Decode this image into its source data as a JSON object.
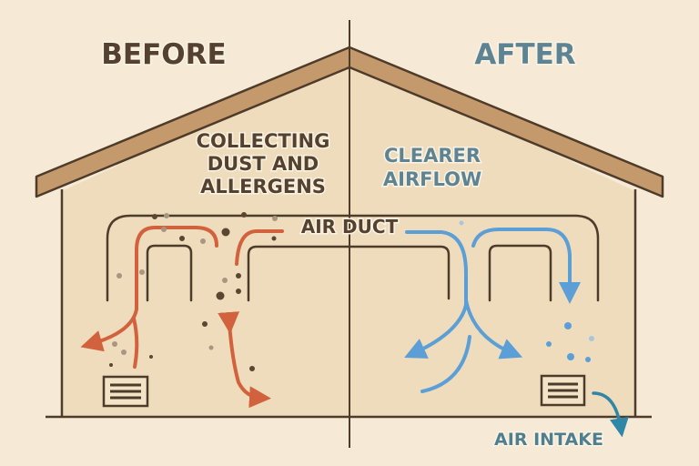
{
  "headings": {
    "before": "BEFORE",
    "after": "AFTER"
  },
  "labels": {
    "collecting": [
      "COLLECTING",
      "DUST AND",
      "ALLERGENS"
    ],
    "clearer": [
      "CLEARER",
      "AIRFLOW"
    ],
    "air_duct": "AIR DUCT",
    "air_intake": "AIR INTAKE"
  },
  "colors": {
    "background": "#f6ead6",
    "wall": "#efdcbc",
    "roof": "#c49a6c",
    "outline": "#4e3b2a",
    "dirty_air": "#d2623e",
    "clean_air": "#5b9fd6",
    "intake": "#2f86a6",
    "before_text": "#55412f",
    "after_text": "#5e8493"
  }
}
